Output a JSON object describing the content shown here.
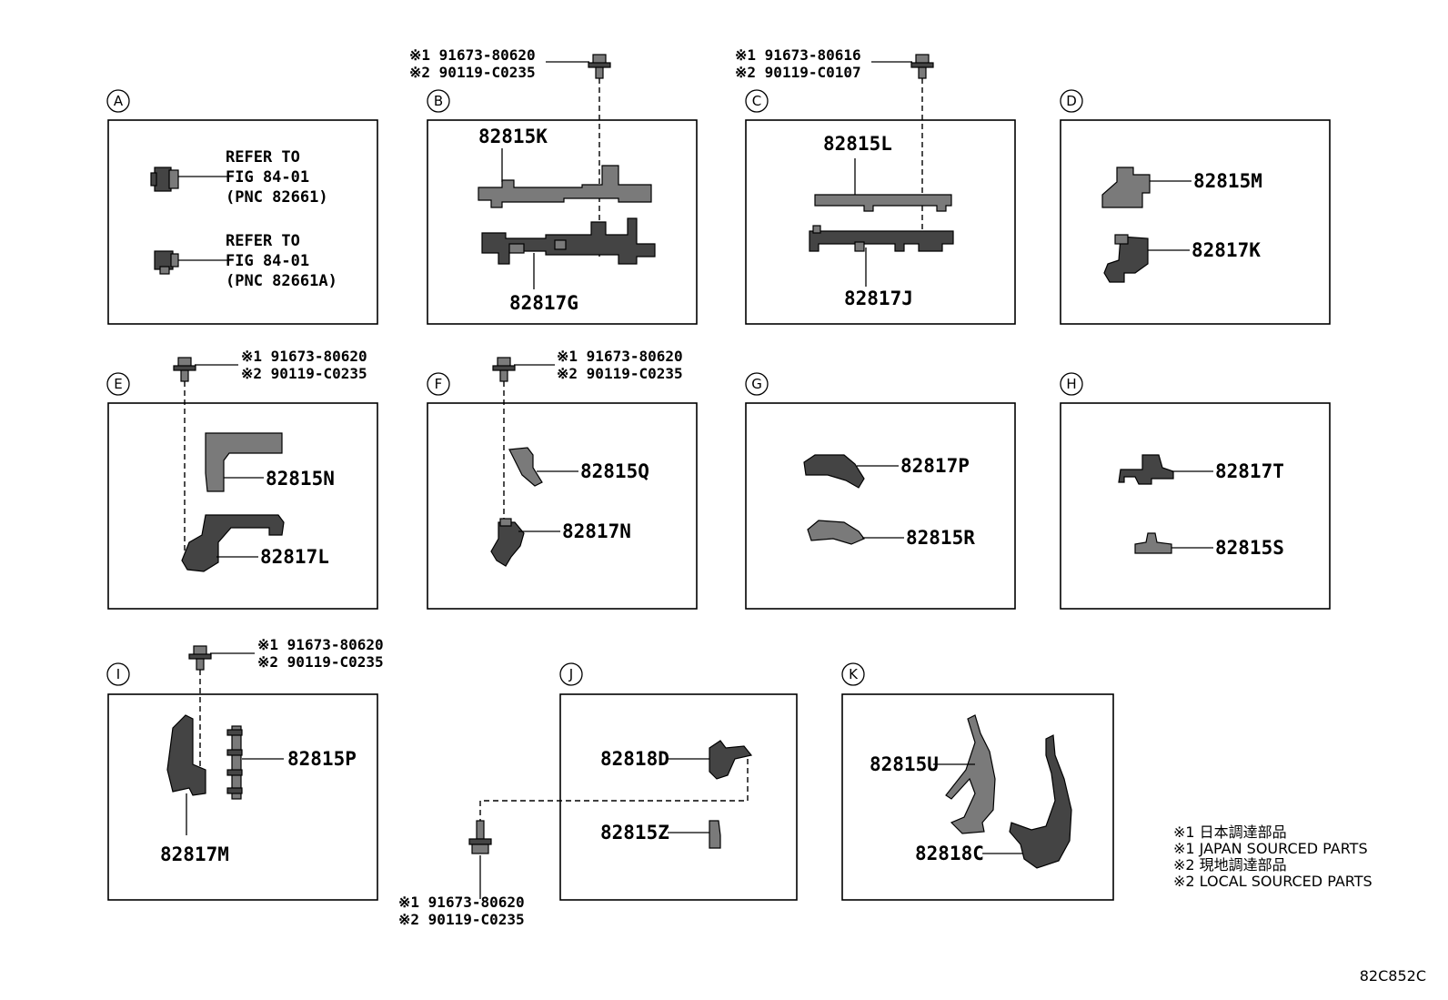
{
  "sections": {
    "A": {
      "letter": "A",
      "notes": [
        {
          "lines": [
            "REFER TO",
            "FIG 84-01",
            "(PNC 82661)"
          ]
        },
        {
          "lines": [
            "REFER TO",
            "FIG 84-01",
            "(PNC 82661A)"
          ]
        }
      ]
    },
    "B": {
      "letter": "B",
      "parts": [
        "82815K",
        "82817G"
      ],
      "fastener": [
        "※1 91673-80620",
        "※2 90119-C0235"
      ]
    },
    "C": {
      "letter": "C",
      "parts": [
        "82815L",
        "82817J"
      ],
      "fastener": [
        "※1 91673-80616",
        "※2 90119-C0107"
      ]
    },
    "D": {
      "letter": "D",
      "parts": [
        "82815M",
        "82817K"
      ]
    },
    "E": {
      "letter": "E",
      "parts": [
        "82815N",
        "82817L"
      ],
      "fastener": [
        "※1 91673-80620",
        "※2 90119-C0235"
      ]
    },
    "F": {
      "letter": "F",
      "parts": [
        "82815Q",
        "82817N"
      ],
      "fastener": [
        "※1 91673-80620",
        "※2 90119-C0235"
      ]
    },
    "G": {
      "letter": "G",
      "parts": [
        "82817P",
        "82815R"
      ]
    },
    "H": {
      "letter": "H",
      "parts": [
        "82817T",
        "82815S"
      ]
    },
    "I": {
      "letter": "I",
      "parts": [
        "82815P",
        "82817M"
      ],
      "fastener": [
        "※1 91673-80620",
        "※2 90119-C0235"
      ]
    },
    "J": {
      "letter": "J",
      "parts": [
        "82818D",
        "82815Z"
      ],
      "fastener": [
        "※1 91673-80620",
        "※2 90119-C0235"
      ]
    },
    "K": {
      "letter": "K",
      "parts": [
        "82815U",
        "82818C"
      ]
    }
  },
  "legend": [
    "※1 日本調達部品",
    "※1 JAPAN SOURCED PARTS",
    "※2 現地調達部品",
    "※2 LOCAL SOURCED PARTS"
  ],
  "figure_code": "82C852C"
}
